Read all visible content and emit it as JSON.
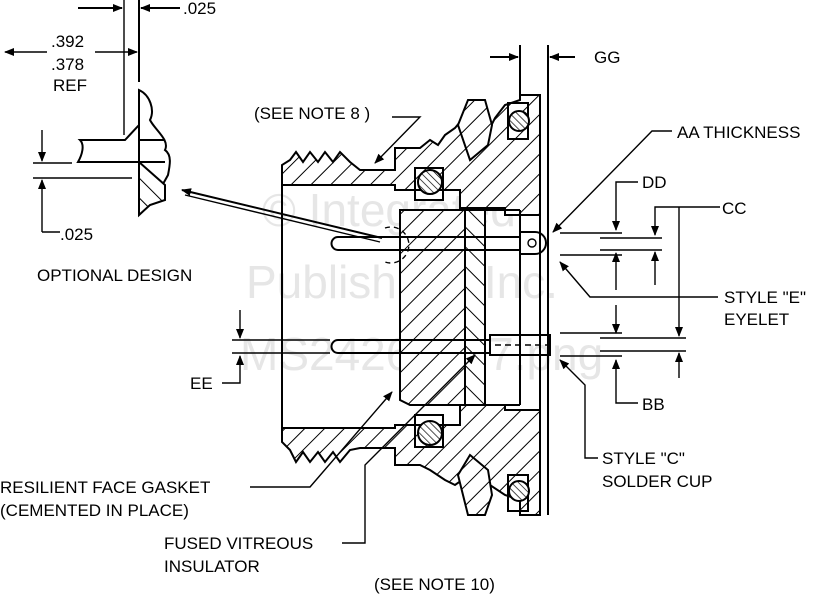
{
  "watermark": {
    "line1": "© Integrated",
    "line2": "Publishing, Inc.",
    "line3": "MS24265007.png"
  },
  "labels": {
    "dim_025_top": ".025",
    "dim_392": ".392",
    "dim_378": ".378",
    "dim_ref": "REF",
    "dim_025_bottom": ".025",
    "optional_design": "OPTIONAL DESIGN",
    "see_note_8": "(SEE NOTE 8 )",
    "gg": "GG",
    "aa_thickness": "AA  THICKNESS",
    "dd": "DD",
    "cc": "CC",
    "style_e_line1": "STYLE \"E\"",
    "style_e_line2": "EYELET",
    "bb": "BB",
    "ee": "EE",
    "style_c_line1": "STYLE \"C\"",
    "style_c_line2": "SOLDER CUP",
    "gasket_line1": "RESILIENT FACE GASKET",
    "gasket_line2": "(CEMENTED IN PLACE)",
    "insulator_line1": "FUSED VITREOUS",
    "insulator_line2": "INSULATOR",
    "see_note_10": "(SEE NOTE 10)"
  }
}
